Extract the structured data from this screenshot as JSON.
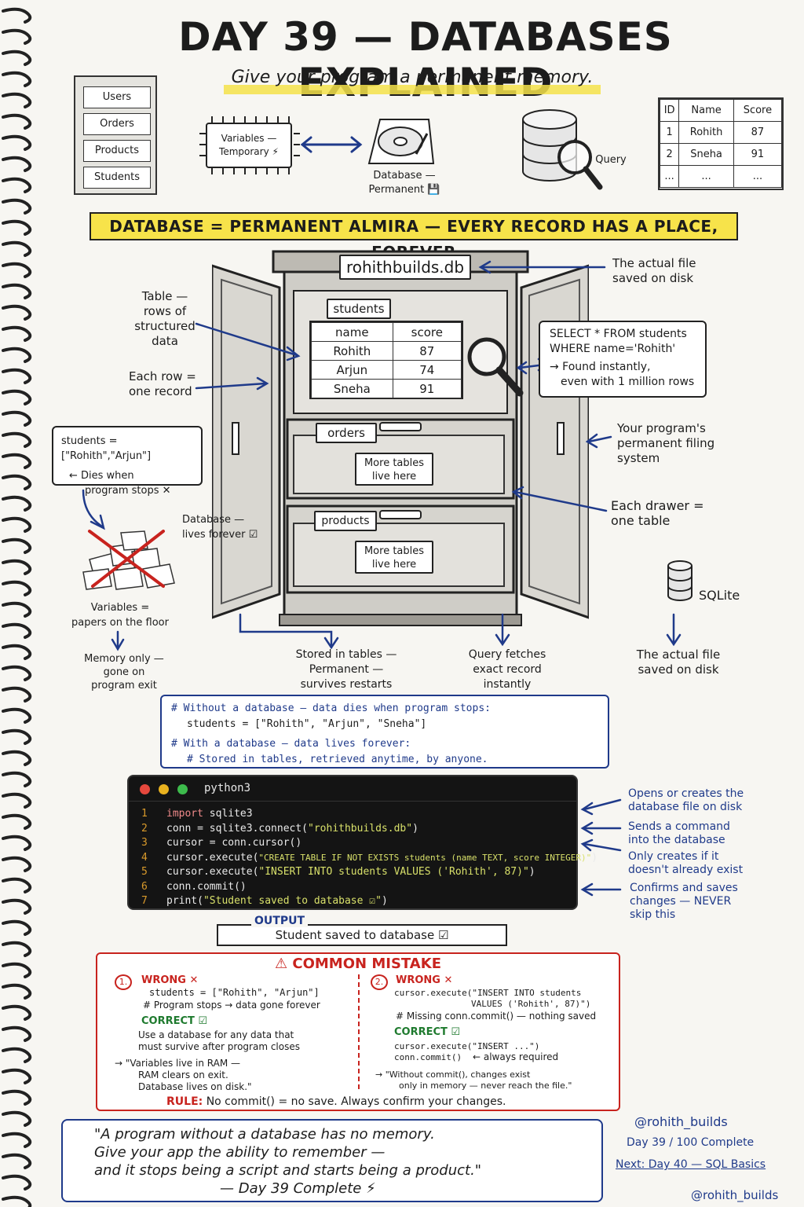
{
  "header": {
    "title": "DAY 39 — DATABASES EXPLAINED",
    "subtitle": "Give your program a permanent memory."
  },
  "top_row": {
    "cabinet_drawers": [
      "Users",
      "Orders",
      "Products",
      "Students"
    ],
    "chip_label": "Variables —\nTemporary ⚡",
    "disk_label_1": "Database —",
    "disk_label_2": "Permanent 💾",
    "query_label": "Query",
    "mini_table": {
      "headers": [
        "ID",
        "Name",
        "Score"
      ],
      "rows": [
        [
          "1",
          "Rohith",
          "87"
        ],
        [
          "2",
          "Sneha",
          "91"
        ],
        [
          "...",
          "...",
          "..."
        ]
      ]
    }
  },
  "banner": "DATABASE = PERMANENT ALMIRA — EVERY RECORD HAS A PLACE, FOREVER",
  "cabinet": {
    "file_label": "rohithbuilds.db",
    "table_tab": "students",
    "table_headers": [
      "name",
      "score"
    ],
    "table_rows": [
      [
        "Rohith",
        "87"
      ],
      [
        "Arjun",
        "74"
      ],
      [
        "Sneha",
        "91"
      ]
    ],
    "drawer1_tab": "orders",
    "drawer2_tab": "products",
    "more_tables_1": "More tables",
    "more_tables_2": "live here"
  },
  "annotations": {
    "actual_file_1": "The actual file",
    "actual_file_2": "saved on disk",
    "table_1": "Table —",
    "table_2": "rows of",
    "table_3": "structured",
    "table_4": "data",
    "row_1": "Each row =",
    "row_2": "one record",
    "select_1": "SELECT * FROM students",
    "select_2": "WHERE name='Rohith'",
    "select_3": "→ Found instantly,",
    "select_4": "even with 1 million rows",
    "filing_1": "Your program's",
    "filing_2": "permanent filing",
    "filing_3": "system",
    "drawer_1": "Each drawer =",
    "drawer_2": "one table",
    "var_code": "students = [\"Rohith\",\"Arjun\"]",
    "var_dies_1": "← Dies when",
    "var_dies_2": "program stops ✕",
    "db_forever_1": "Database —",
    "db_forever_2": "lives forever ☑",
    "papers_1": "Variables =",
    "papers_2": "papers on the floor",
    "memory_1": "Memory only —",
    "memory_2": "gone on",
    "memory_3": "program exit",
    "stored_1": "Stored in tables —",
    "stored_2": "Permanent —",
    "stored_3": "survives restarts",
    "fetch_1": "Query fetches",
    "fetch_2": "exact record",
    "fetch_3": "instantly",
    "sqlite": "SQLite",
    "sqlite_file_1": "The actual file",
    "sqlite_file_2": "saved on disk"
  },
  "comment_box": {
    "line1": "# Without a database — data dies when program stops:",
    "line2": "students = [\"Rohith\", \"Arjun\", \"Sneha\"]",
    "line3": "# With a database — data lives forever:",
    "line4": "# Stored in tables, retrieved anytime, by anyone."
  },
  "code": {
    "title": "python3",
    "lines": [
      {
        "n": "1",
        "pre": "",
        "kw": "import",
        "rest": " sqlite3",
        "str": "",
        "post": ""
      },
      {
        "n": "2",
        "pre": "conn = sqlite3.connect(",
        "kw": "",
        "rest": "",
        "str": "\"rohithbuilds.db\"",
        "post": ")"
      },
      {
        "n": "3",
        "pre": "cursor = conn.cursor()",
        "kw": "",
        "rest": "",
        "str": "",
        "post": ""
      },
      {
        "n": "4",
        "pre": "cursor.execute(",
        "kw": "",
        "rest": "",
        "str": "\"CREATE TABLE IF NOT EXISTS students (name TEXT, score INTEGER)\"",
        "post": ")"
      },
      {
        "n": "5",
        "pre": "cursor.execute(",
        "kw": "",
        "rest": "",
        "str": "\"INSERT INTO students VALUES ('Rohith', 87)\"",
        "post": ")"
      },
      {
        "n": "6",
        "pre": "conn.commit()",
        "kw": "",
        "rest": "",
        "str": "",
        "post": ""
      },
      {
        "n": "7",
        "pre": "print(",
        "kw": "",
        "rest": "",
        "str": "\"Student saved to database ☑\"",
        "post": ")"
      }
    ]
  },
  "code_notes": {
    "n1_1": "Opens or creates the",
    "n1_2": "database file on disk",
    "n2_1": "Sends a command",
    "n2_2": "into the database",
    "n3_1": "Only creates if it",
    "n3_2": "doesn't already exist",
    "n4_1": "Confirms and saves",
    "n4_2": "changes — NEVER",
    "n4_3": "skip this"
  },
  "output": {
    "label": "OUTPUT",
    "text": "Student saved to database ☑"
  },
  "mistake": {
    "title": "⚠ COMMON MISTAKE",
    "left_num": "1.",
    "left_wrong": "WRONG ✕",
    "left_code": "students = [\"Rohith\", \"Arjun\"]",
    "left_comment": "# Program stops → data gone forever",
    "left_correct": "CORRECT ☑",
    "left_fix_1": "Use a database for any data that",
    "left_fix_2": "must survive after program closes",
    "left_quote_1": "→ \"Variables live in RAM —",
    "left_quote_2": "RAM clears on exit.",
    "left_quote_3": "Database lives on disk.\"",
    "right_num": "2.",
    "right_wrong": "WRONG ✕",
    "right_code_1": "cursor.execute(\"INSERT INTO students",
    "right_code_2": "VALUES ('Rohith', 87)\")",
    "right_comment": "# Missing conn.commit() — nothing saved",
    "right_correct": "CORRECT ☑",
    "right_fix_1": "cursor.execute(\"INSERT ...\")",
    "right_fix_2": "conn.commit()",
    "right_fix_note": "← always required",
    "right_quote_1": "→ \"Without commit(), changes exist",
    "right_quote_2": "only in memory — never reach the file.\"",
    "rule_label": "RULE:",
    "rule_text": "No commit() = no save. Always confirm your changes."
  },
  "footer": {
    "quote_1": "\"A program without a database has no memory.",
    "quote_2": "Give your app the ability to remember —",
    "quote_3": "and it stops being a script and starts being a product.\"",
    "quote_4": "— Day 39 Complete ⚡",
    "handle": "@rohith_builds",
    "progress": "Day 39 / 100 Complete",
    "next": "Next: Day 40 — SQL Basics",
    "handle_bottom": "@rohith_builds"
  },
  "colors": {
    "accent_yellow": "#f7e34a",
    "ink_blue": "#1f3a8a",
    "warn_red": "#c8231e",
    "ok_green": "#1e7a2e"
  }
}
